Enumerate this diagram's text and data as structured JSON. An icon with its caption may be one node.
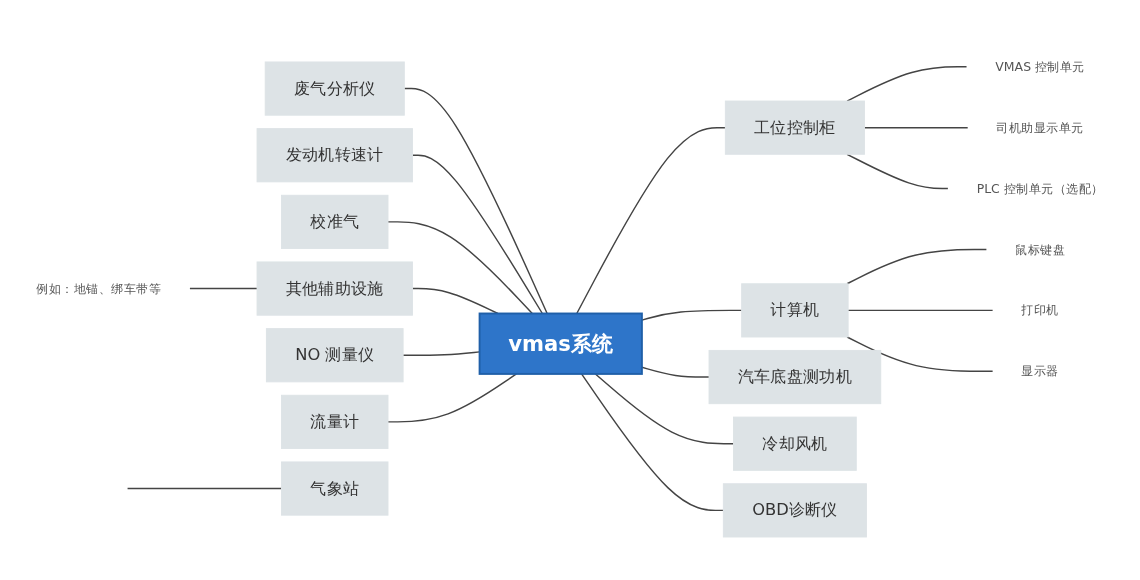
{
  "diagram": {
    "nodes": [
      {
        "text": [
          "vmas系统"
        ]
      },
      {
        "text": [
          "废气分析仪"
        ]
      },
      {
        "text": [
          "发动机转速计"
        ]
      },
      {
        "text": [
          "校准气"
        ]
      },
      {
        "text": [
          "其他辅助设施"
        ]
      },
      {
        "text": [
          "例如：地锚、绑车带等"
        ]
      },
      {
        "text": [
          "NO 测量仪"
        ]
      },
      {
        "text": [
          "流量计"
        ]
      },
      {
        "text": [
          "工位控制柜"
        ]
      },
      {
        "text": [
          "VMAS 控制单元"
        ]
      },
      {
        "text": [
          "司机助显示单元"
        ]
      },
      {
        "text": [
          "PLC 控制单元（选配）"
        ]
      },
      {
        "text": [
          "气象站"
        ]
      },
      {
        "text": [
          "计算机"
        ]
      },
      {
        "text": [
          "鼠标键盘"
        ]
      },
      {
        "text": [
          "打印机"
        ]
      },
      {
        "text": [
          "显示器"
        ]
      },
      {
        "text": [
          "汽车底盘测功机"
        ]
      },
      {
        "text": [
          "冷却风机"
        ]
      },
      {
        "text": [
          "OBD诊断仪"
        ]
      }
    ],
    "edges": [
      {
        "from": 1,
        "to": 0,
        "arrow": "none"
      },
      {
        "from": 2,
        "to": 0,
        "arrow": "none"
      },
      {
        "from": 3,
        "to": 0,
        "arrow": "none"
      },
      {
        "from": 4,
        "to": 0,
        "arrow": "none"
      },
      {
        "from": 5,
        "to": 4,
        "arrow": "none"
      },
      {
        "from": 6,
        "to": 0,
        "arrow": "none"
      },
      {
        "from": 7,
        "to": 0,
        "arrow": "none"
      },
      {
        "from": 0,
        "to": 8,
        "arrow": "none"
      },
      {
        "from": 8,
        "to": 9,
        "arrow": "none"
      },
      {
        "from": 8,
        "to": 10,
        "arrow": "none"
      },
      {
        "from": 8,
        "to": 11,
        "arrow": "none"
      },
      {
        "from": null,
        "to": 12,
        "arrow": "none"
      },
      {
        "from": 0,
        "to": 13,
        "arrow": "none"
      },
      {
        "from": 13,
        "to": 14,
        "arrow": "none"
      },
      {
        "from": 13,
        "to": 15,
        "arrow": "none"
      },
      {
        "from": 13,
        "to": 16,
        "arrow": "none"
      },
      {
        "from": 0,
        "to": 17,
        "arrow": "none"
      },
      {
        "from": 0,
        "to": 18,
        "arrow": "none"
      },
      {
        "from": 0,
        "to": 19,
        "arrow": "none"
      }
    ]
  }
}
